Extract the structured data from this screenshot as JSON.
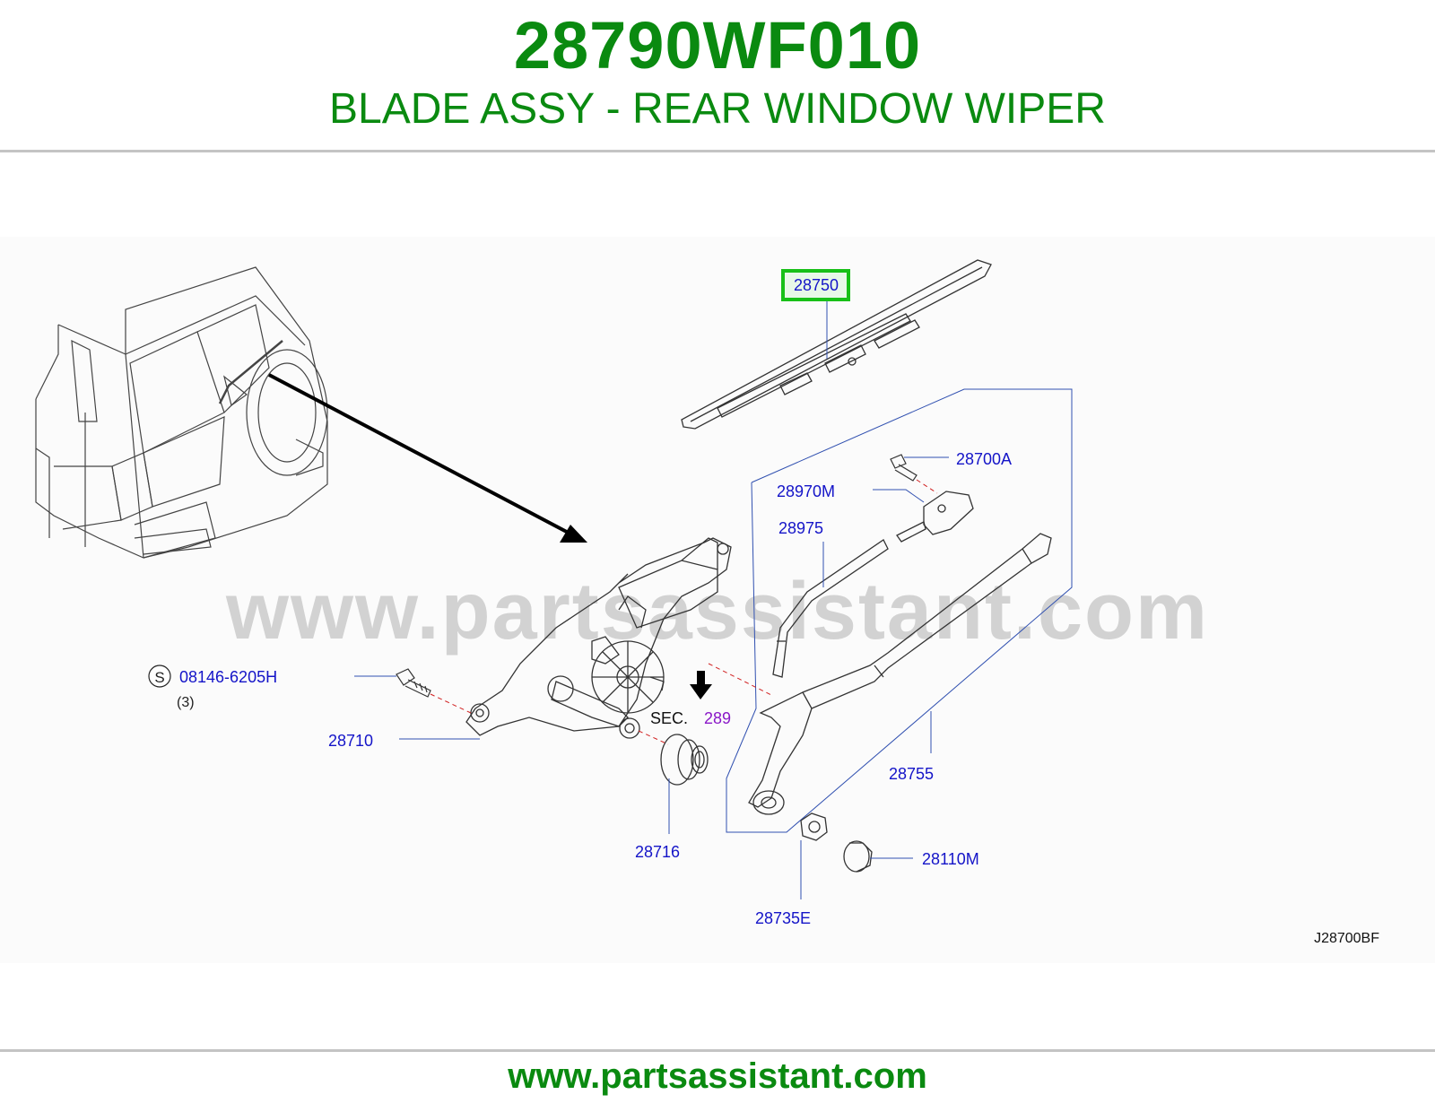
{
  "header": {
    "part_number": "28790WF010",
    "description": "BLADE ASSY - REAR WINDOW WIPER"
  },
  "diagram": {
    "watermark": "www.partsassistant.com",
    "highlighted_part": "28750",
    "callouts": {
      "p28750": "28750",
      "p28700A": "28700A",
      "p28970M": "28970M",
      "p28975": "28975",
      "p08146": "08146-6205H",
      "s_symbol": "S",
      "qty": "(3)",
      "p28710": "28710",
      "sec_label": "SEC.",
      "sec_num": "289",
      "p28755": "28755",
      "p28716": "28716",
      "p28110M": "28110M",
      "p28735E": "28735E"
    },
    "diagram_code": "J28700BF",
    "colors": {
      "callout_blue": "#1414c8",
      "highlight_green": "#18c018",
      "sec_purple": "#8a18c8",
      "title_green": "#0a8a10"
    }
  },
  "footer": {
    "url": "www.partsassistant.com"
  }
}
